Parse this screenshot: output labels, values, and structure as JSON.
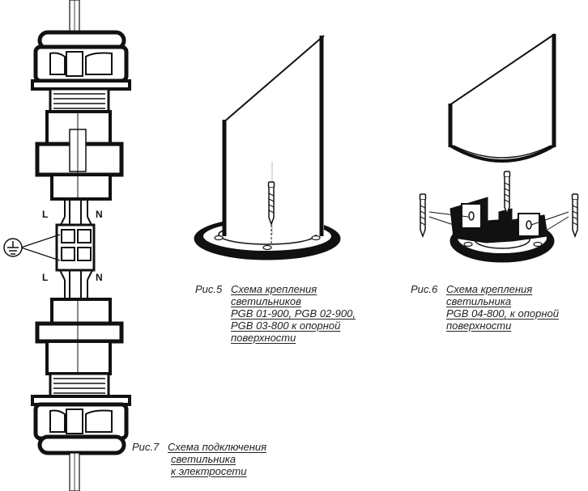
{
  "fig5": {
    "number": "Рис.5",
    "lines": [
      "Схема крепления",
      "светильников",
      "PGB 01-900, PGB 02-900,",
      "PGB 03-800 к опорной",
      "поверхности"
    ]
  },
  "fig6": {
    "number": "Рис.6",
    "lines": [
      "Схема крепления",
      "светильника",
      "PGB 04-800, к опорной",
      "поверхности"
    ]
  },
  "fig7": {
    "number": "Рис.7",
    "lines": [
      "Схема подключения",
      "светильника",
      "к электросети"
    ]
  },
  "labels": {
    "line_top": "L",
    "neutral_top": "N",
    "line_bottom": "L",
    "neutral_bottom": "N"
  },
  "icons": [
    "ground-icon",
    "anchor-bolt-icon"
  ]
}
